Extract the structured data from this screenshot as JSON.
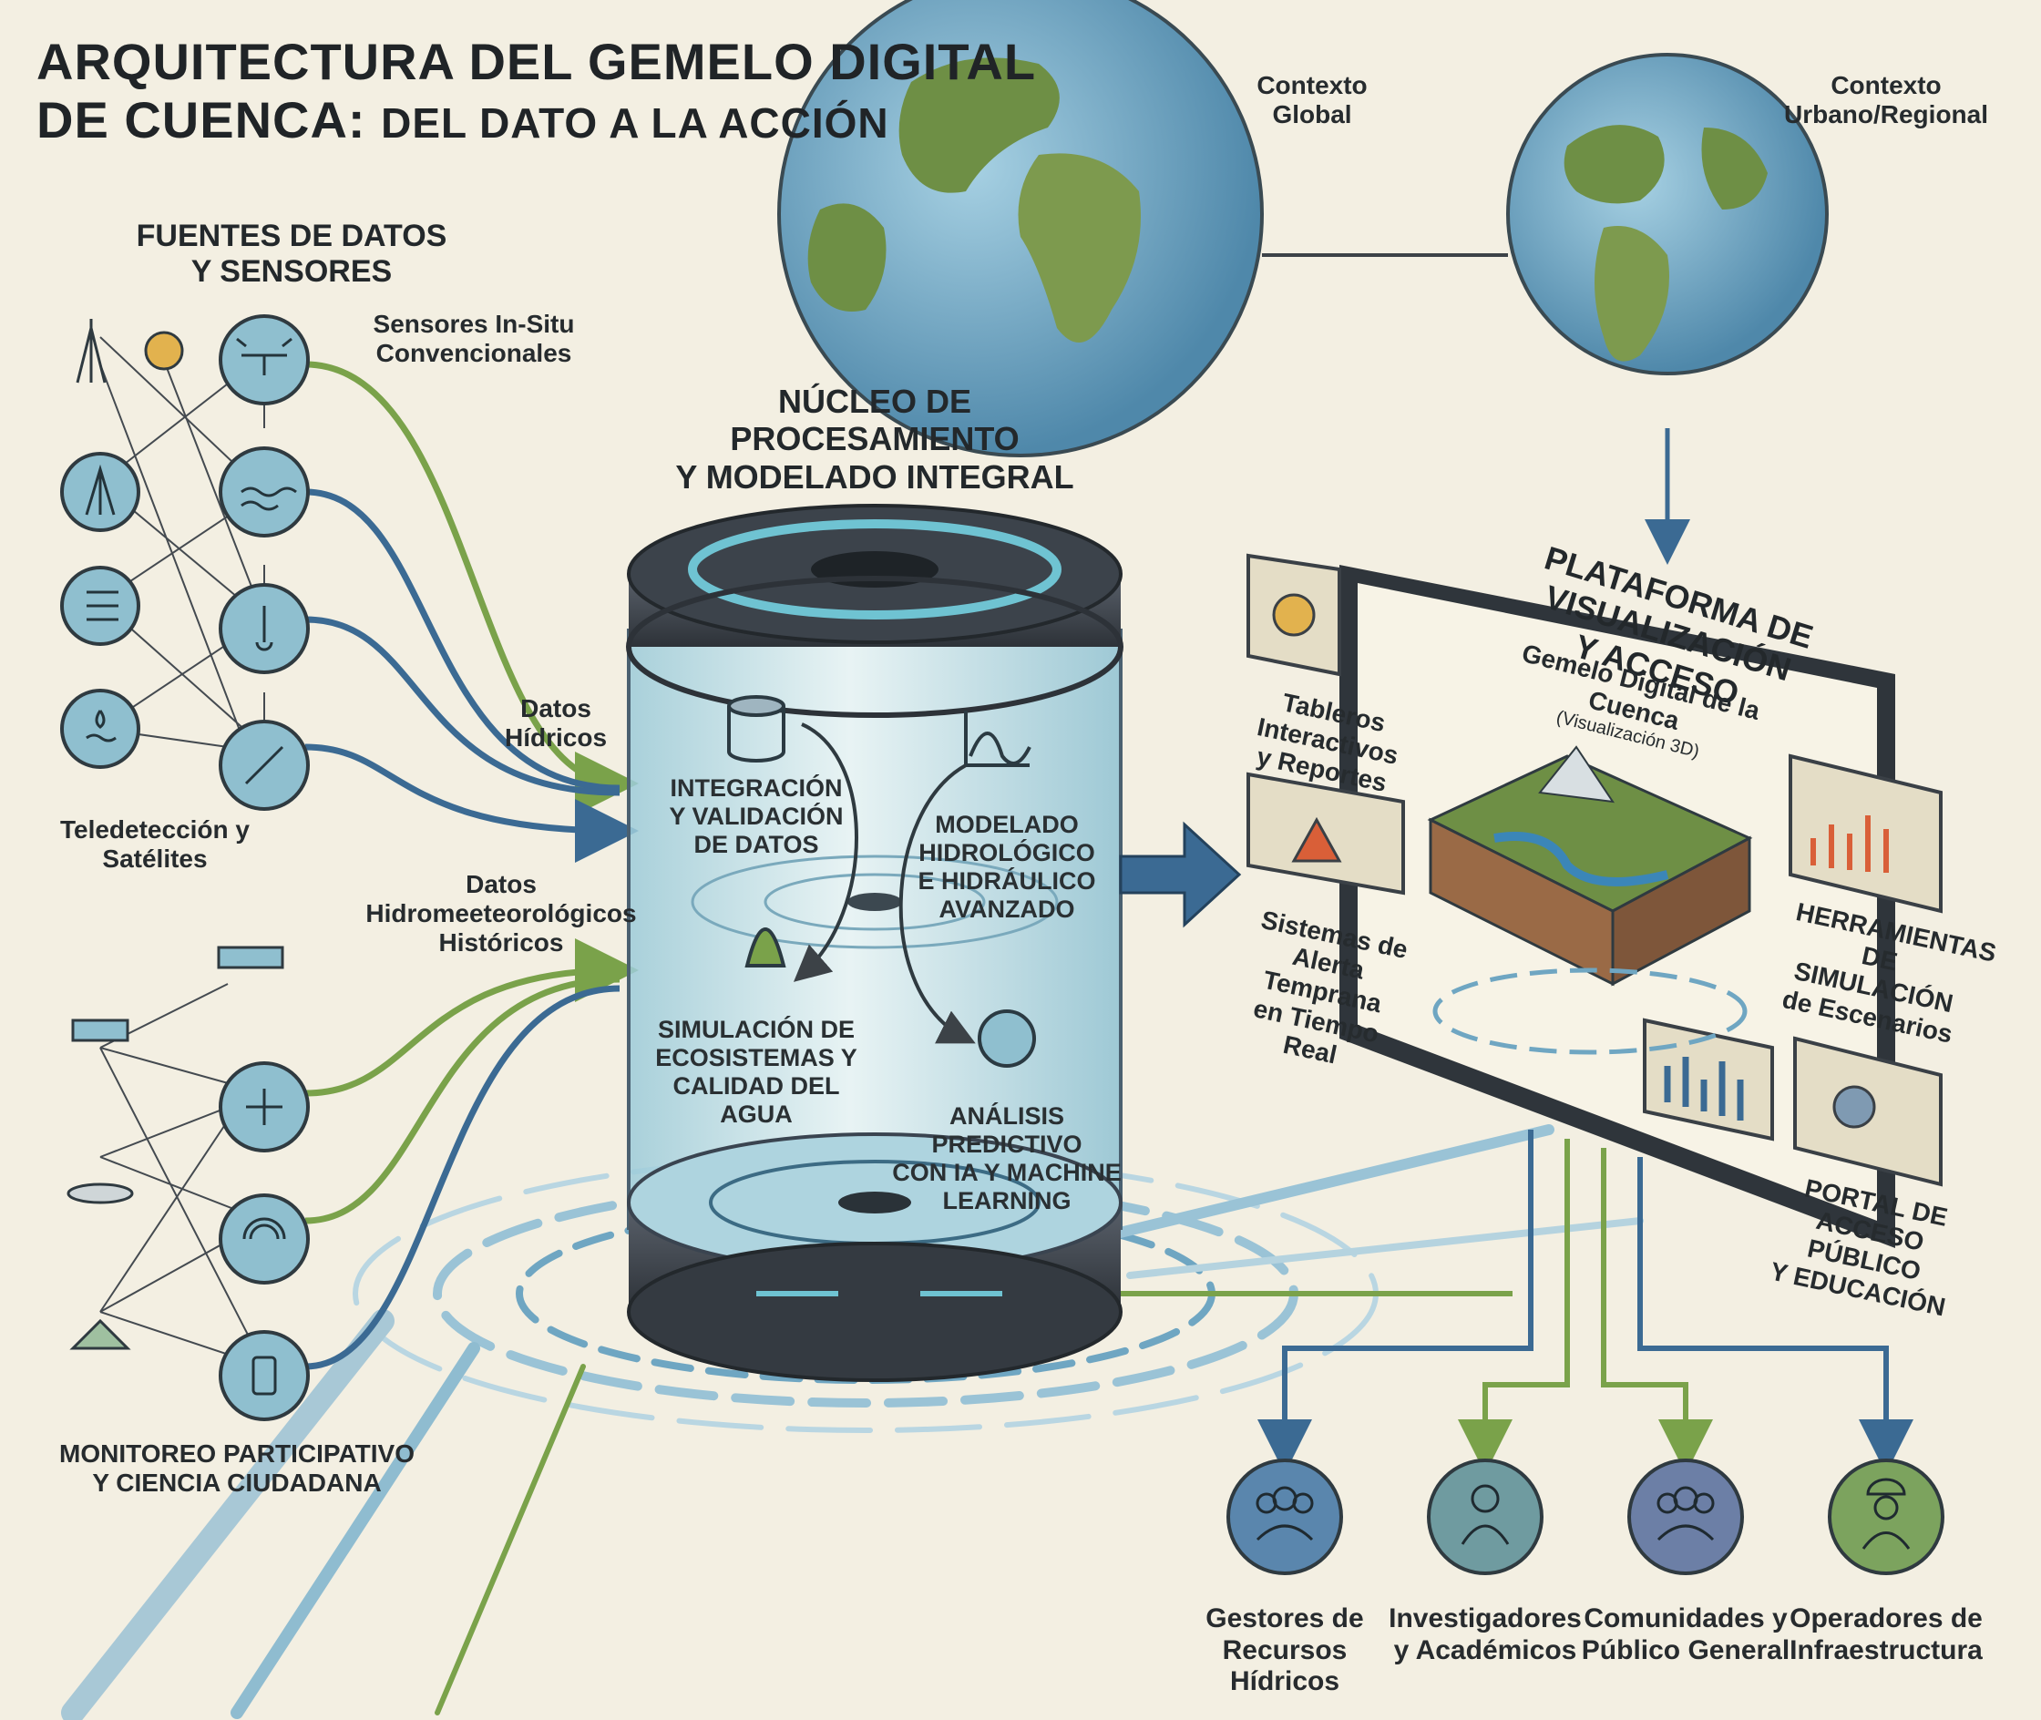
{
  "title": {
    "line1": "ARQUITECTURA DEL GEMELO DIGITAL",
    "line2_big": "DE CUENCA:",
    "line2_small": "DEL DATO A LA ACCIÓN"
  },
  "context": {
    "global": [
      "Contexto",
      "Global"
    ],
    "urban": [
      "Contexto",
      "Urbano/Regional"
    ]
  },
  "sources": {
    "heading": [
      "FUENTES DE DATOS",
      "Y SENSORES"
    ],
    "in_situ": [
      "Sensores In-Situ",
      "Convencionales"
    ],
    "remote": [
      "Teledetección y",
      "Satélites"
    ],
    "participatory": [
      "MONITOREO PARTICIPATIVO",
      "Y CIENCIA CIUDADANA"
    ]
  },
  "flows": {
    "water": [
      "Datos",
      "Hídricos"
    ],
    "historic": [
      "Datos",
      "Hidromeeteorológicos",
      "Históricos"
    ]
  },
  "core": {
    "heading": [
      "NÚCLEO DE PROCESAMIENTO",
      "Y MODELADO INTEGRAL"
    ],
    "integration": [
      "INTEGRACIÓN",
      "Y VALIDACIÓN",
      "DE DATOS"
    ],
    "modeling": [
      "MODELADO",
      "HIDROLÓGICO",
      "E HIDRÁULICO",
      "AVANZADO"
    ],
    "ecosystems": [
      "SIMULACIÓN DE",
      "ECOSISTEMAS Y",
      "CALIDAD DEL AGUA"
    ],
    "ai": [
      "ANÁLISIS PREDICTIVO",
      "CON IA Y MACHINE",
      "LEARNING"
    ]
  },
  "platform": {
    "heading": [
      "PLATAFORMA DE VISUALIZACIÓN",
      "Y ACCESO"
    ],
    "twin": [
      "Gemelo Digital de la Cuenca",
      "(Visualización 3D)"
    ],
    "dashboards": [
      "Tableros Interactivos",
      "y Reportes"
    ],
    "alerts": [
      "Sistemas de",
      "Alerta Temprana",
      "en Tiempo Real"
    ],
    "simulation": [
      "HERRAMIENTAS",
      "DE SIMULACIÓN",
      "de Escenarios"
    ],
    "portal": [
      "PORTAL DE ACCESO",
      "PÚBLICO",
      "Y EDUCACIÓN"
    ]
  },
  "users": [
    {
      "lines": [
        "Gestores de",
        "Recursos Hídricos"
      ],
      "icon": "managers-icon",
      "color": "#3b6f95"
    },
    {
      "lines": [
        "Investigadores",
        "y Académicos"
      ],
      "icon": "researcher-icon",
      "color": "#4f7f83"
    },
    {
      "lines": [
        "Comunidades y",
        "Público General"
      ],
      "icon": "community-icon",
      "color": "#4d6189"
    },
    {
      "lines": [
        "Operadores de",
        "Infraestructura"
      ],
      "icon": "engineer-icon",
      "color": "#5d8a48"
    }
  ],
  "colors": {
    "blue_flow": "#3b6a93",
    "green_flow": "#7aa24a",
    "ocean": "#6aa3c2",
    "land": "#6e8f45",
    "core_glass": "#bfe0ea",
    "core_metal": "#3a4048"
  }
}
